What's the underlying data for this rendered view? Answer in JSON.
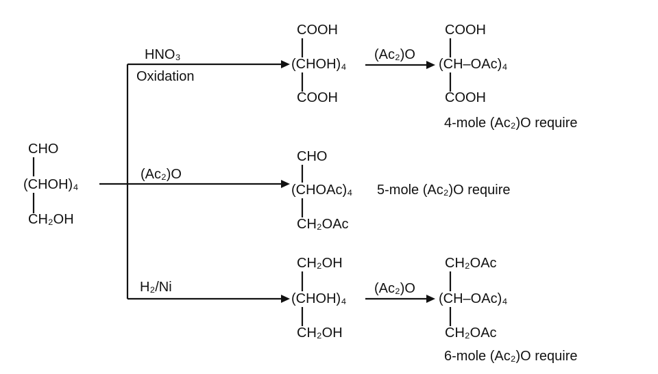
{
  "reactant": {
    "top": "CHO",
    "middle": "(CHOH)₄",
    "bottom": "CH₂OH"
  },
  "branches": [
    {
      "reagent": "HNO₃",
      "condition": "Oxidation",
      "product": {
        "top": "COOH",
        "middle": "(CHOH)₄",
        "bottom": "COOH"
      },
      "second_reagent": "(Ac₂)O",
      "final_product": {
        "top": "COOH",
        "middle": "(CH–OAc)₄",
        "bottom": "COOH"
      },
      "note": "4-mole (Ac₂)O require"
    },
    {
      "reagent": "(Ac₂)O",
      "product": {
        "top": "CHO",
        "middle": "(CHOAc)₄",
        "bottom": "CH₂OAc"
      },
      "note": "5-mole (Ac₂)O require"
    },
    {
      "reagent": "H₂/Ni",
      "product": {
        "top": "CH₂OH",
        "middle": "(CHOH)₄",
        "bottom": "CH₂OH"
      },
      "second_reagent": "(Ac₂)O",
      "final_product": {
        "top": "CH₂OAc",
        "middle": "(CH–OAc)₄",
        "bottom": "CH₂OAc"
      },
      "note": "6-mole (Ac₂)O require"
    }
  ]
}
